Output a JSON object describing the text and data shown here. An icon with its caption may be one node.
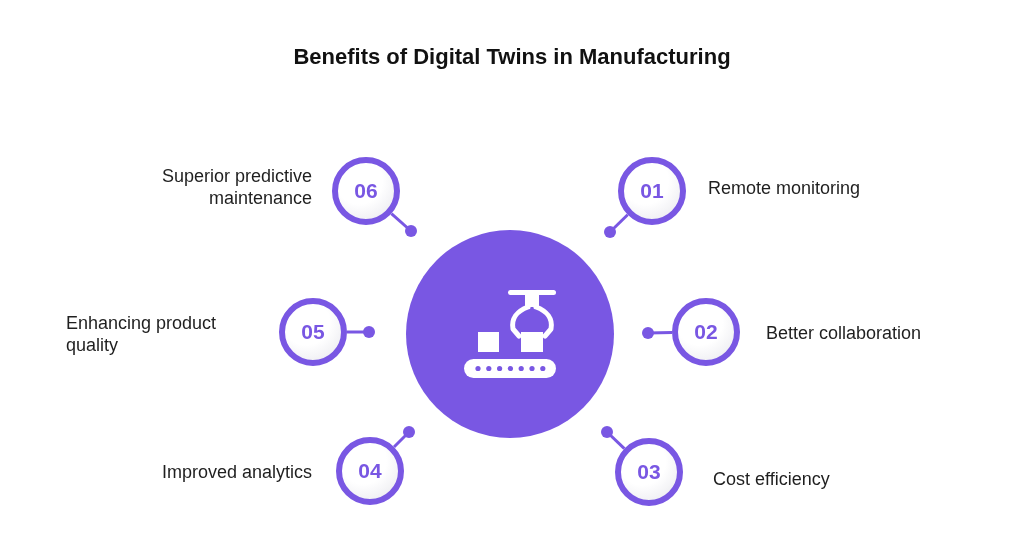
{
  "diagram": {
    "title": "Benefits of Digital Twins in Manufacturing",
    "nodes": [
      {
        "text": [],
        "shape": "circle"
      },
      {
        "text": [
          "01"
        ],
        "beside": [
          "Remote monitoring"
        ]
      },
      {
        "text": [
          "02"
        ],
        "beside": [
          "Better collaboration"
        ]
      },
      {
        "text": [
          "03"
        ],
        "beside": [
          "Cost efficiency"
        ]
      },
      {
        "text": [
          "04"
        ],
        "beside": [
          "Improved analytics"
        ]
      },
      {
        "text": [
          "05"
        ],
        "beside": [
          "Enhancing product quality"
        ]
      },
      {
        "text": [
          "06"
        ],
        "beside": [
          "Superior predictive maintenance"
        ]
      }
    ],
    "edges": [
      {
        "from": 1,
        "to": null,
        "arrow": "other"
      },
      {
        "from": 2,
        "to": null,
        "arrow": "other"
      },
      {
        "from": 3,
        "to": null,
        "arrow": "other"
      },
      {
        "from": 4,
        "to": null,
        "arrow": "other"
      },
      {
        "from": 5,
        "to": null,
        "arrow": "other"
      },
      {
        "from": 6,
        "to": null,
        "arrow": "other"
      }
    ]
  }
}
